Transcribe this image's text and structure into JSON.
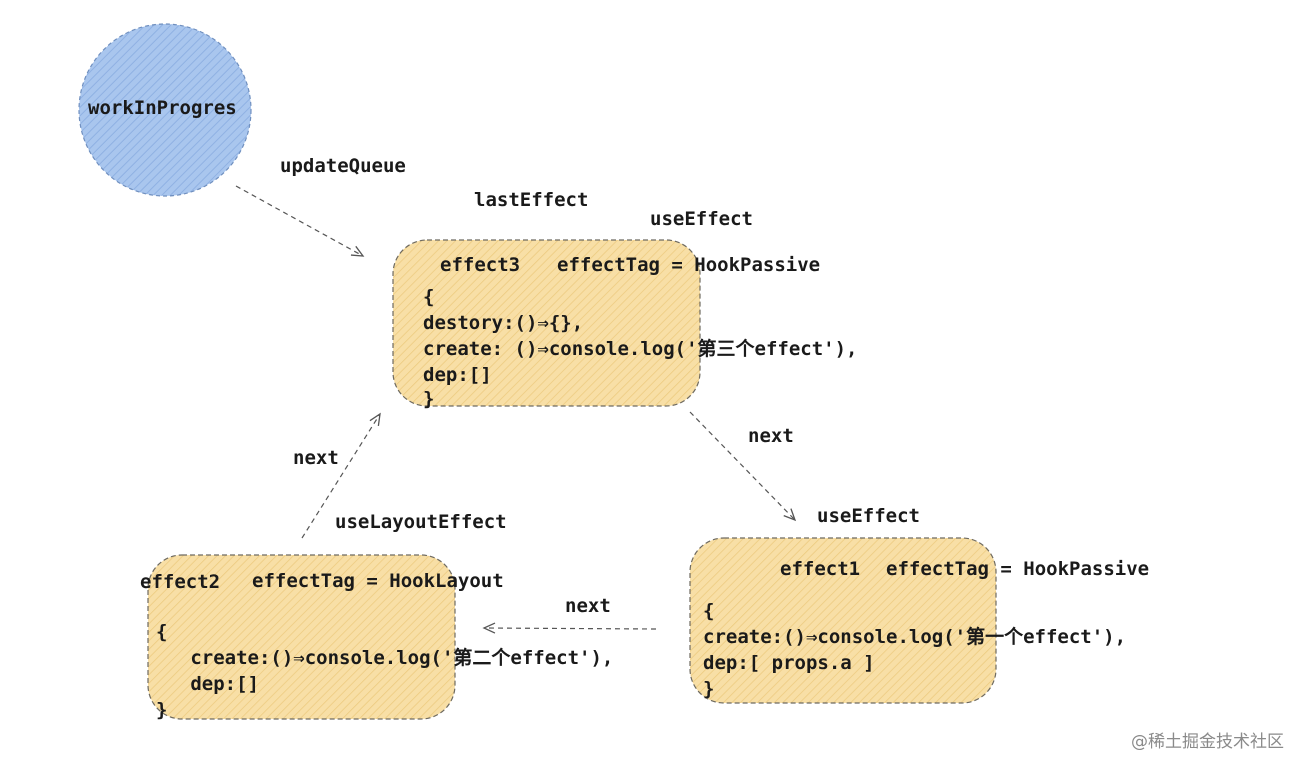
{
  "nodes": {
    "work_in_progress": {
      "label": "workInProgres"
    },
    "effect3": {
      "name": "effect3",
      "tag": "effectTag = HookPassive",
      "hook": "useEffect",
      "lines": [
        "{",
        "destory:()⇒{},",
        "create: ()⇒console.log('第三个effect'),",
        "dep:[]",
        "}"
      ]
    },
    "effect1": {
      "name": "effect1",
      "tag": "effectTag = HookPassive",
      "hook": "useEffect",
      "lines": [
        "{",
        "create:()⇒console.log('第一个effect'),",
        "dep:[ props.a ]",
        "}"
      ]
    },
    "effect2": {
      "name": "effect2",
      "tag": "effectTag = HookLayout",
      "hook": "useLayoutEffect",
      "lines": [
        "{",
        "   create:()⇒console.log('第二个effect'),",
        "   dep:[]",
        "}"
      ]
    }
  },
  "edges": {
    "update_queue": "updateQueue",
    "last_effect": "lastEffect",
    "next_3_to_1": "next",
    "next_1_to_2": "next",
    "next_2_to_3": "next"
  },
  "watermark": "@稀土掘金技术社区",
  "colors": {
    "circle_fill": "#a9c6ee",
    "circle_stroke": "#6f8fbf",
    "box_fill": "#f7dca0",
    "box_stroke": "#6e6a60",
    "arrow": "#555555"
  }
}
